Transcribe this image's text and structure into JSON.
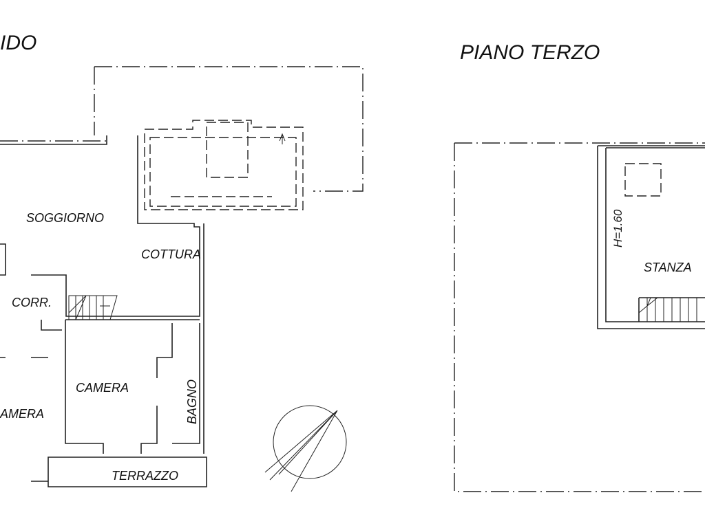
{
  "headings": {
    "left_partial": "IDO",
    "right": "PIANO TERZO"
  },
  "rooms": {
    "soggiorno": "SOGGIORNO",
    "cottura": "COTTURA",
    "corr": "CORR.",
    "camera1": "CAMERA",
    "camera2": "AMERA",
    "bagno": "BAGNO",
    "terrazzo": "TERRAZZO",
    "stanza": "STANZA"
  },
  "heights": {
    "stanza_left": "H=1.60"
  }
}
